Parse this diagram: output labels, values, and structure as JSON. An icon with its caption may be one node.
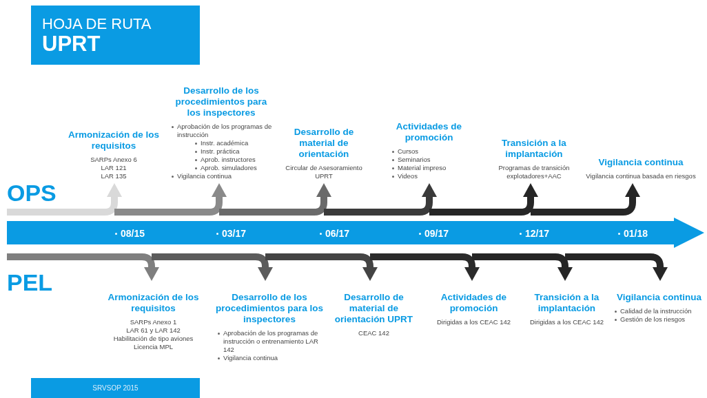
{
  "diagram": {
    "title": "HOJA DE RUTA **UPRT**",
    "nodes": [
      {
        "text": [
          "Armonización de los requisitos",
          "SARPs Anexo 6",
          "LAR 121",
          "LAR 135"
        ]
      },
      {
        "text": [
          "Desarrollo de los procedimientos para los inspectores",
          "Aprobación de los programas de instrucción",
          "Instr. académica",
          "Instr. práctica",
          "Aprob. instructores",
          "Aprob. simuladores",
          "Vigilancia continua"
        ]
      },
      {
        "text": [
          "Desarrollo de material de orientación",
          "Circular de Asesoramiento UPRT"
        ]
      },
      {
        "text": [
          "Actividades de promoción",
          "Cursos",
          "Seminarios",
          "Material impreso",
          "Videos"
        ]
      },
      {
        "text": [
          "Transición a la implantación",
          "Programas de transición explotadores+AAC"
        ]
      },
      {
        "text": [
          "Vigilancia continua",
          "Vigilancia continua basada en riesgos"
        ]
      },
      {
        "text": [
          "Armonización de los requisitos",
          "SARPs Anexo 1",
          "LAR 61 y LAR 142",
          "Habilitación de tipo aviones",
          "Licencia MPL"
        ]
      },
      {
        "text": [
          "Desarrollo de los procedimientos para los inspectores",
          "Aprobación de los programas de instrucción o entrenamiento LAR 142",
          "Vigilancia continua"
        ]
      },
      {
        "text": [
          "Desarrollo de material de orientación UPRT",
          "CEAC 142"
        ]
      },
      {
        "text": [
          "Actividades de promoción",
          "Dirigidas a los CEAC 142"
        ]
      },
      {
        "text": [
          "Transición a la implantación",
          "Dirigidas a los CEAC 142"
        ]
      },
      {
        "text": [
          "Vigilancia continua",
          "Calidad de la instrucción",
          "Gestión de los riesgos"
        ]
      },
      {
        "text": [
          "SRVSOP 2015"
        ]
      }
    ],
    "edges": [
      {
        "from": null,
        "to": 0,
        "arrow": "to",
        "color": "#d9d9d9"
      },
      {
        "from": null,
        "to": 1,
        "arrow": "to",
        "color": "#8a8a8a"
      },
      {
        "from": null,
        "to": 2,
        "arrow": "to",
        "color": "#6a6a6a"
      },
      {
        "from": null,
        "to": 3,
        "arrow": "to",
        "color": "#3a3a3a"
      },
      {
        "from": null,
        "to": 4,
        "arrow": "to",
        "color": "#262626"
      },
      {
        "from": null,
        "to": 5,
        "arrow": "to",
        "color": "#262626"
      },
      {
        "from": null,
        "to": 6,
        "arrow": "to",
        "color": "#7f7f7f"
      },
      {
        "from": null,
        "to": 7,
        "arrow": "to",
        "color": "#5c5c5c"
      },
      {
        "from": null,
        "to": 8,
        "arrow": "to",
        "color": "#444444"
      },
      {
        "from": null,
        "to": 9,
        "arrow": "to",
        "color": "#2b2b2b"
      },
      {
        "from": null,
        "to": 10,
        "arrow": "to",
        "color": "#262626"
      },
      {
        "from": null,
        "to": 11,
        "arrow": "to",
        "color": "#262626"
      }
    ],
    "labels": [
      "OPS",
      "PEL",
      "08/15",
      "03/17",
      "06/17",
      "09/17",
      "12/17",
      "01/18"
    ]
  }
}
